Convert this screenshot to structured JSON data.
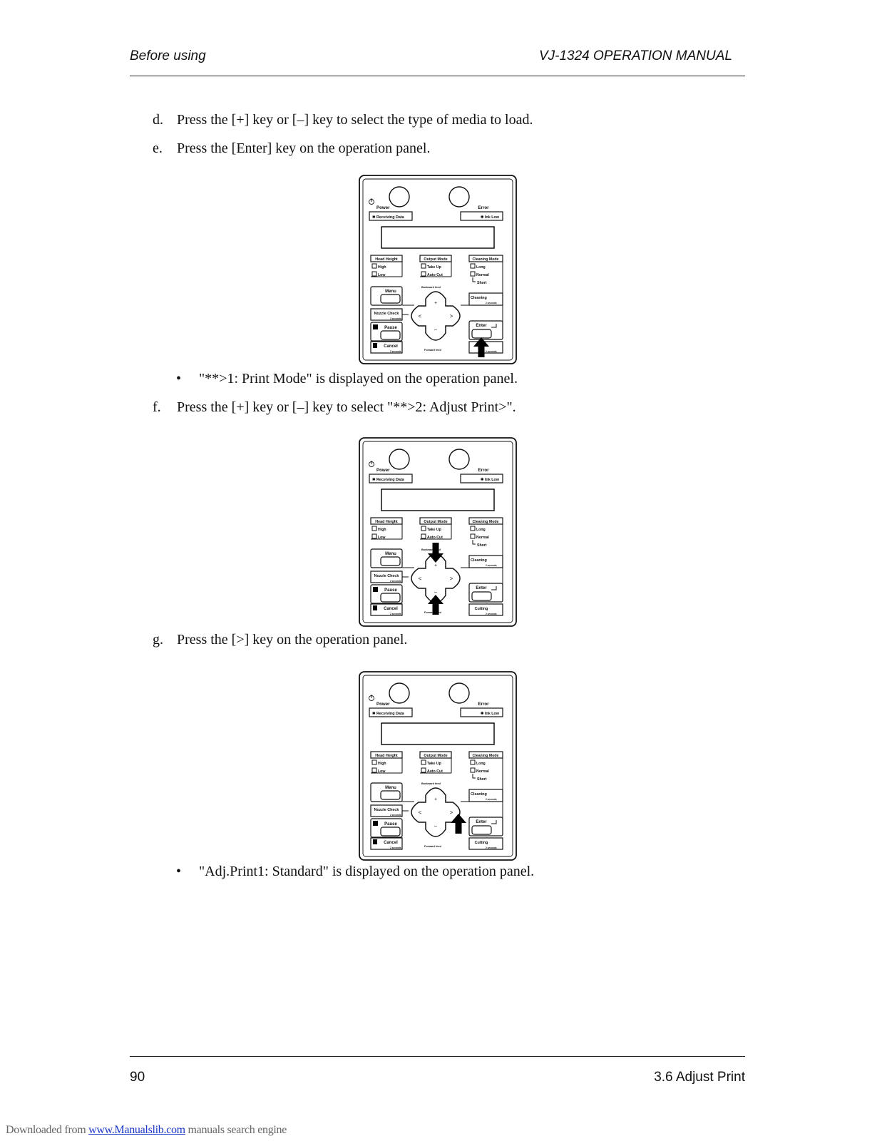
{
  "header": {
    "section": "Before using",
    "manual": "VJ-1324 OPERATION MANUAL"
  },
  "steps": {
    "d": {
      "label": "d.",
      "text": "Press the [+] key or [–] key to select the type of media to load."
    },
    "e": {
      "label": "e.",
      "text": "Press the [Enter] key on the operation panel."
    },
    "e_result": "\"**>1: Print Mode\" is displayed on the operation panel.",
    "f": {
      "label": "f.",
      "text": "Press the [+] key or [–] key to select \"**>2: Adjust Print>\"."
    },
    "g": {
      "label": "g.",
      "text": "Press the [>] key on the operation panel."
    },
    "g_result": "\"Adj.Print1: Standard\" is displayed on the operation panel."
  },
  "bullet_symbol": "•",
  "panel": {
    "power": "Power",
    "error": "Error",
    "receiving": "✱ Receiving Data",
    "ink_low": "✱ Ink Low",
    "head_height": "Head Height",
    "high": "High",
    "low": "Low",
    "output_mode": "Output Mode",
    "take_up": "Take Up",
    "auto_cut": "Auto Cut",
    "cleaning_mode": "Cleaning Mode",
    "long": "Long",
    "normal": "Normal",
    "short": "Short",
    "backward_feed": "Backward feed",
    "forward_feed": "Forward feed",
    "menu": "Menu",
    "nozzle_check": "Nozzle Check",
    "pause": "Pause",
    "cancel": "Cancel",
    "cleaning": "Cleaning",
    "enter": "Enter",
    "cutting": "Cutting",
    "two_seconds": "2 seconds",
    "plus": "+",
    "minus": "–",
    "left": "<",
    "right": ">"
  },
  "footer": {
    "page": "90",
    "section": "3.6  Adjust Print"
  },
  "download": {
    "prefix": "Downloaded from ",
    "link": "www.Manualslib.com",
    "suffix": " manuals search engine"
  }
}
